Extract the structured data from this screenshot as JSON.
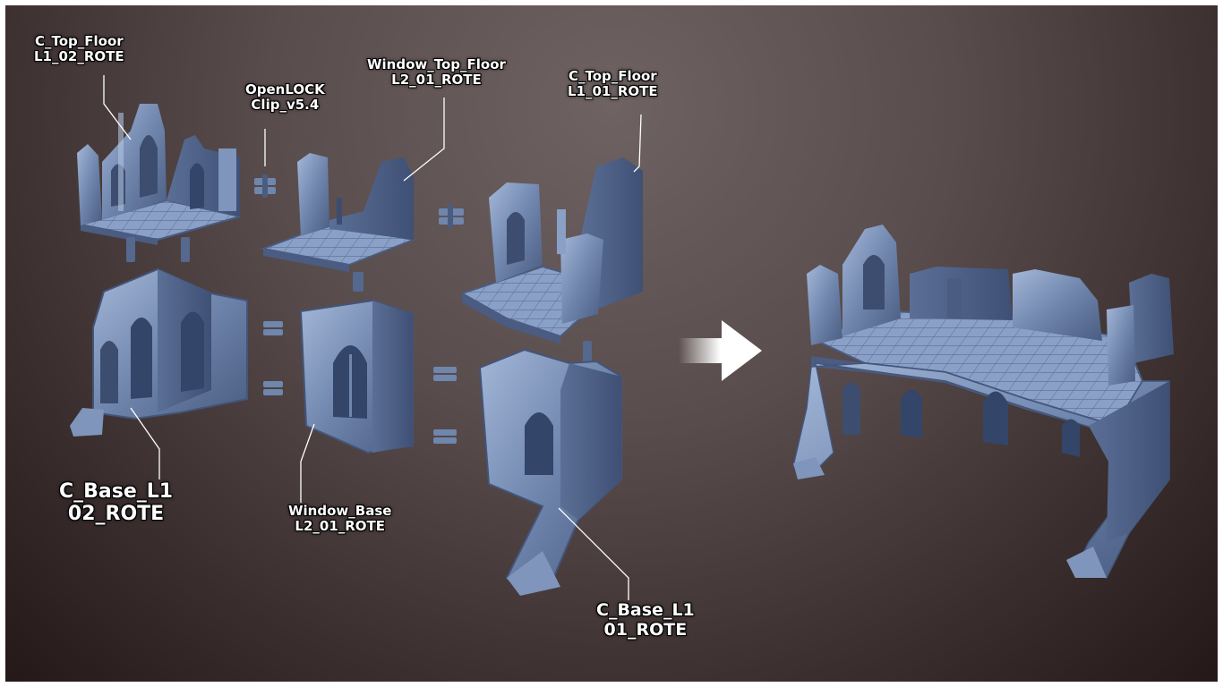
{
  "labels": {
    "c_top_floor_l1_02": {
      "line1": "C_Top_Floor",
      "line2": "L1_02_ROTE"
    },
    "openlock_clip": {
      "line1": "OpenLOCK",
      "line2": "Clip_v5.4"
    },
    "window_top_floor": {
      "line1": "Window_Top_Floor",
      "line2": "L2_01_ROTE"
    },
    "c_top_floor_l1_01": {
      "line1": "C_Top_Floor",
      "line2": "L1_01_ROTE"
    },
    "c_base_l1_02": {
      "line1": "C_Base_L1",
      "line2": "02_ROTE"
    },
    "window_base": {
      "line1": "Window_Base",
      "line2": "L2_01_ROTE"
    },
    "c_base_l1_01": {
      "line1": "C_Base_L1",
      "line2": "01_ROTE"
    }
  },
  "colors": {
    "model": "#6f86ad",
    "model_light": "#9cb2d6",
    "model_dark": "#43557a",
    "arrow": "#ffffff"
  },
  "icons": {
    "assembly_arrow": "arrow-right-icon",
    "clip": "openlock-clip-icon"
  }
}
